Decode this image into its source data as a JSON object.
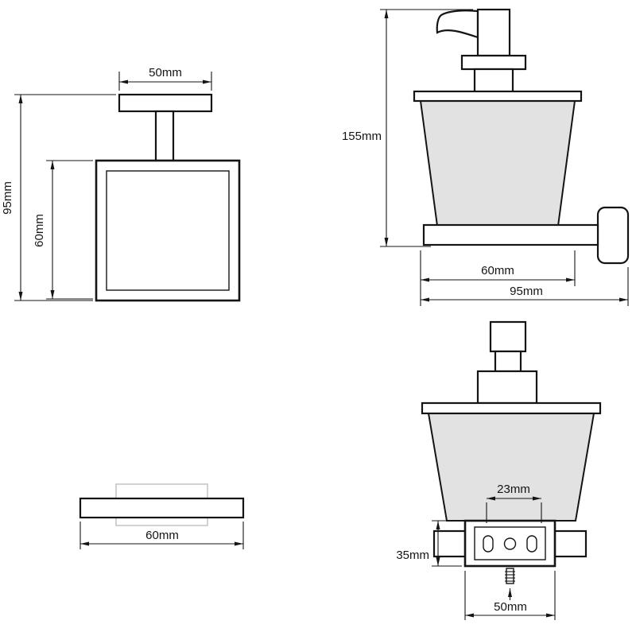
{
  "drawing": {
    "colors": {
      "glass_fill": "#e2e2e2",
      "ghost_stroke": "#c2c2c2"
    },
    "side_view": {
      "plate_width": "50mm",
      "total_height": "95mm",
      "holder_height": "60mm"
    },
    "front_view": {
      "total_height": "155mm",
      "body_width": "60mm",
      "total_width": "95mm"
    },
    "plate_view": {
      "plate_width": "60mm"
    },
    "rear_view": {
      "hole_spacing": "23mm",
      "bracket_height": "35mm",
      "bracket_width": "50mm"
    }
  }
}
